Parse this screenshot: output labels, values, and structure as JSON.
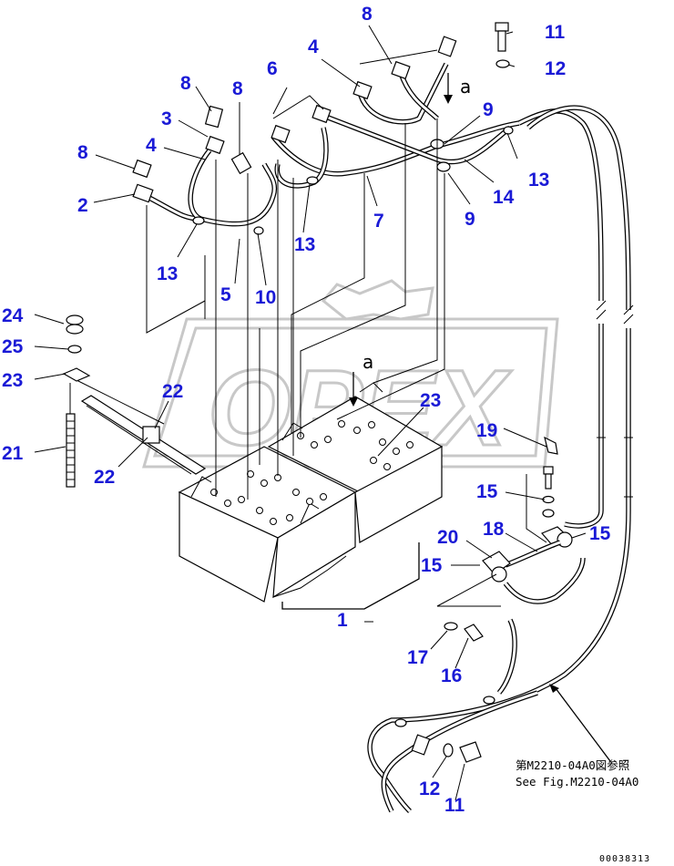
{
  "callouts": [
    {
      "id": "c8a",
      "label": "8"
    },
    {
      "id": "c11a",
      "label": "11"
    },
    {
      "id": "c4a",
      "label": "4"
    },
    {
      "id": "c12a",
      "label": "12"
    },
    {
      "id": "c6",
      "label": "6"
    },
    {
      "id": "c8b",
      "label": "8"
    },
    {
      "id": "c8c",
      "label": "8"
    },
    {
      "id": "c3",
      "label": "3"
    },
    {
      "id": "c9a",
      "label": "9"
    },
    {
      "id": "c4b",
      "label": "4"
    },
    {
      "id": "c13a",
      "label": "13"
    },
    {
      "id": "c8d",
      "label": "8"
    },
    {
      "id": "c14",
      "label": "14"
    },
    {
      "id": "c2",
      "label": "2"
    },
    {
      "id": "c7",
      "label": "7"
    },
    {
      "id": "c9b",
      "label": "9"
    },
    {
      "id": "c13b",
      "label": "13"
    },
    {
      "id": "c13c",
      "label": "13"
    },
    {
      "id": "c5",
      "label": "5"
    },
    {
      "id": "c10",
      "label": "10"
    },
    {
      "id": "c24",
      "label": "24"
    },
    {
      "id": "c25",
      "label": "25"
    },
    {
      "id": "c23a",
      "label": "23"
    },
    {
      "id": "c22a",
      "label": "22"
    },
    {
      "id": "c23b",
      "label": "23"
    },
    {
      "id": "c19",
      "label": "19"
    },
    {
      "id": "c21",
      "label": "21"
    },
    {
      "id": "c22b",
      "label": "22"
    },
    {
      "id": "c15a",
      "label": "15"
    },
    {
      "id": "c15b",
      "label": "15"
    },
    {
      "id": "c20",
      "label": "20"
    },
    {
      "id": "c18",
      "label": "18"
    },
    {
      "id": "c15c",
      "label": "15"
    },
    {
      "id": "c1",
      "label": "1"
    },
    {
      "id": "c17",
      "label": "17"
    },
    {
      "id": "c16",
      "label": "16"
    },
    {
      "id": "c12b",
      "label": "12"
    },
    {
      "id": "c11b",
      "label": "11"
    }
  ],
  "view_arrow_label_top": "a",
  "view_arrow_label_battery": "a",
  "watermark_text": "OPEX",
  "reference_note_ja": "第M2210-04A0図参照",
  "reference_note_en": "See Fig.M2210-04A0",
  "document_id": "00038313",
  "colors": {
    "callout": "#1a1ad6",
    "line": "#000000",
    "watermark": "#c8c8c8",
    "background": "#ffffff"
  }
}
